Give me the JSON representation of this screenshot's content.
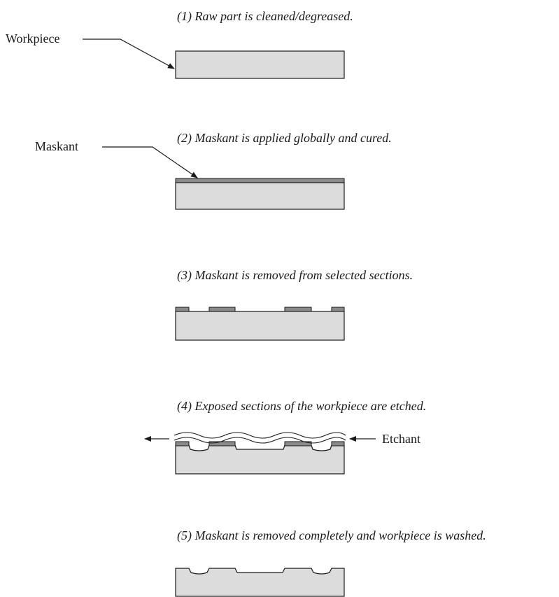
{
  "steps": [
    {
      "caption": "(1) Raw part is cleaned/degreased."
    },
    {
      "caption": "(2) Maskant is applied globally and cured."
    },
    {
      "caption": "(3) Maskant is removed from selected sections."
    },
    {
      "caption": "(4) Exposed sections of the workpiece are etched."
    },
    {
      "caption": "(5) Maskant is removed completely and workpiece is washed."
    }
  ],
  "labels": {
    "workpiece": "Workpiece",
    "maskant": "Maskant",
    "etchant": "Etchant"
  },
  "colors": {
    "workpiece_fill": "#dcdcdc",
    "maskant_fill": "#8a8a8a",
    "line": "#1a1a1a"
  }
}
